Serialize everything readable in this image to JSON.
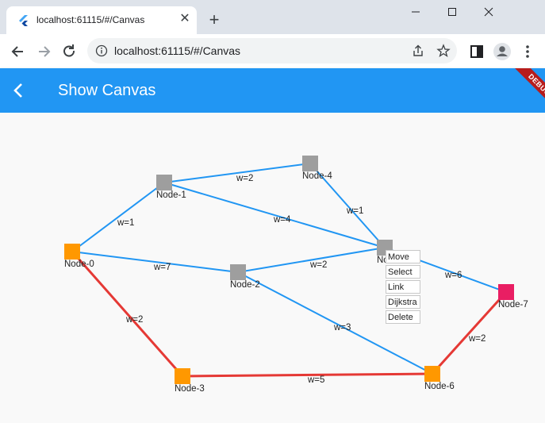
{
  "browser": {
    "tab_title": "localhost:61115/#/Canvas",
    "tab_close": "✕",
    "new_tab": "+",
    "url": "localhost:61115/#/Canvas"
  },
  "app": {
    "title": "Show Canvas",
    "debug_banner": "DEBUG"
  },
  "graph": {
    "nodes": [
      {
        "id": "node-0",
        "label": "Node-0",
        "color": "#ff9800"
      },
      {
        "id": "node-1",
        "label": "Node-1",
        "color": "#9e9e9e"
      },
      {
        "id": "node-2",
        "label": "Node-2",
        "color": "#9e9e9e"
      },
      {
        "id": "node-3",
        "label": "Node-3",
        "color": "#ff9800"
      },
      {
        "id": "node-4",
        "label": "Node-4",
        "color": "#9e9e9e"
      },
      {
        "id": "node-5",
        "label": "Node-5",
        "color": "#9e9e9e"
      },
      {
        "id": "node-6",
        "label": "Node-6",
        "color": "#ff9800"
      },
      {
        "id": "node-7",
        "label": "Node-7",
        "color": "#e91e63"
      }
    ],
    "edges": [
      {
        "from": "Node-0",
        "to": "Node-1",
        "label": "w=1",
        "color": "#2196f3"
      },
      {
        "from": "Node-1",
        "to": "Node-4",
        "label": "w=2",
        "color": "#2196f3"
      },
      {
        "from": "Node-1",
        "to": "Node-5",
        "label": "w=4",
        "color": "#2196f3"
      },
      {
        "from": "Node-4",
        "to": "Node-5",
        "label": "w=1",
        "color": "#2196f3"
      },
      {
        "from": "Node-0",
        "to": "Node-2",
        "label": "w=7",
        "color": "#2196f3"
      },
      {
        "from": "Node-2",
        "to": "Node-5",
        "label": "w=2",
        "color": "#2196f3"
      },
      {
        "from": "Node-5",
        "to": "Node-7",
        "label": "w=6",
        "color": "#2196f3"
      },
      {
        "from": "Node-2",
        "to": "Node-6",
        "label": "w=3",
        "color": "#2196f3"
      },
      {
        "from": "Node-0",
        "to": "Node-3",
        "label": "w=2",
        "color": "#e53935"
      },
      {
        "from": "Node-3",
        "to": "Node-6",
        "label": "w=5",
        "color": "#e53935"
      },
      {
        "from": "Node-6",
        "to": "Node-7",
        "label": "w=2",
        "color": "#e53935"
      }
    ]
  },
  "context_menu": {
    "items": [
      "Move",
      "Select",
      "Link",
      "Dijkstra",
      "Delete"
    ]
  },
  "colors": {
    "app_bar": "#2196f3",
    "path_edge": "#e53935",
    "normal_edge": "#2196f3"
  }
}
